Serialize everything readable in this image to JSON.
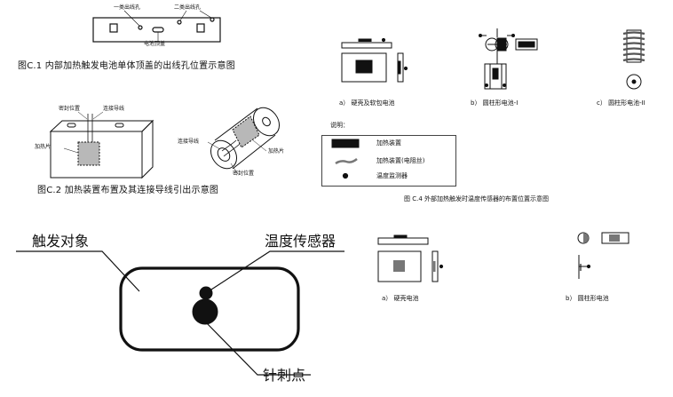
{
  "fig_c1": {
    "label_hole_type1": "一类出线孔",
    "label_hole_type2": "二类出线孔",
    "label_top_cover": "电池顶盖",
    "caption": "图C.1 内部加热触发电池单体顶盖的出线孔位置示意图"
  },
  "fig_c2": {
    "label_seal": "密封位置",
    "label_wire": "连接导线",
    "label_heater": "加热片",
    "label_wire_cyl": "连接导线",
    "label_heater_cyl": "加热片",
    "label_seal_cyl": "密封位置",
    "caption": "图C.2 加热装置布置及其连接导线引出示意图"
  },
  "fig_c4": {
    "sub_a": "a） 硬壳及软包电池",
    "sub_b": "b） 圆柱形电池-I",
    "sub_c": "c） 圆柱形电池-II",
    "legend_title": "说明：",
    "legend_heater": "加热装置",
    "legend_heater_wire": "加热装置(电阻丝)",
    "legend_sensor": "温度监测器",
    "caption": "图 C.4 外部加热触发时温度传感器的布置位置示意图"
  },
  "fig_trigger": {
    "label_target": "触发对象",
    "label_temp_sensor": "温度传感器",
    "label_needle_point": "针刺点"
  },
  "fig_external": {
    "sub_a": "a） 硬壳电池",
    "sub_b": "b） 圆柱形电池"
  }
}
